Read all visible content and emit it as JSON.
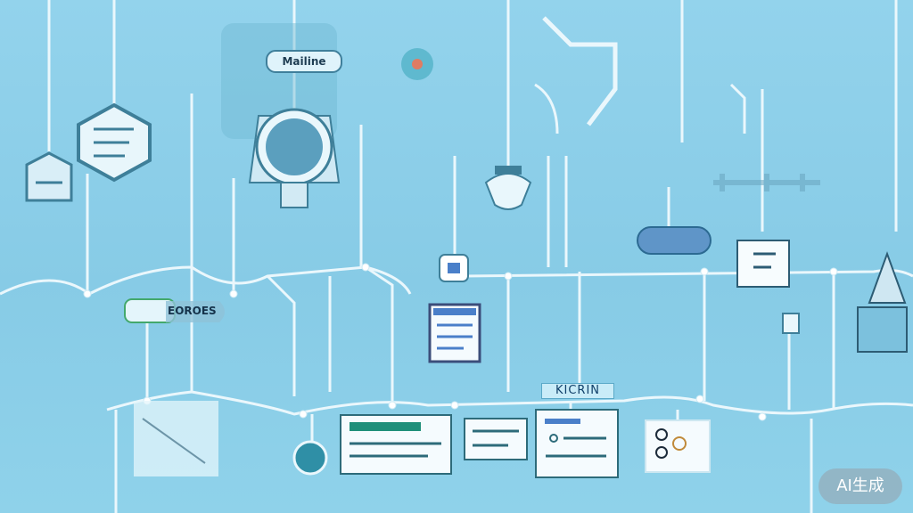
{
  "labels": {
    "top_node": "Mailine",
    "mid_node": "EOROES",
    "tag": "KICRIN"
  },
  "badge": {
    "text": "AI生成"
  },
  "colors": {
    "background": "#8fd0ea",
    "line": "#eaf7fc",
    "dark_node": "#3e7f99",
    "panel": "#f4fbfe",
    "accent_green": "#1f8f7a",
    "accent_blue": "#4a7fc9"
  },
  "icons": [
    "hexagon-node-icon",
    "circle-porthole-icon",
    "router-icon",
    "capsule-icon",
    "ticket-icon",
    "monitor-panel-icon",
    "toggle-panel-icon",
    "dot-node-icon"
  ]
}
